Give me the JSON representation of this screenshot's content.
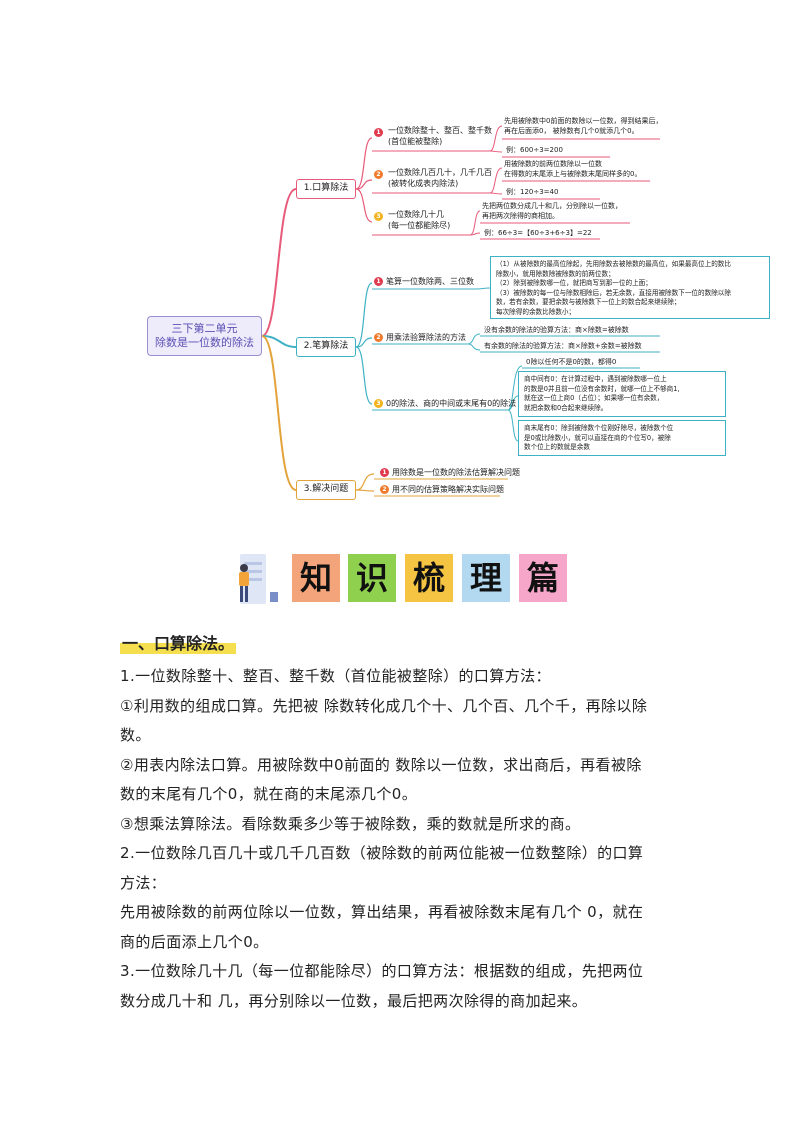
{
  "mindmap": {
    "root": {
      "line1": "三下第二单元",
      "line2": "除数是一位数的除法"
    },
    "branches": [
      {
        "label": "1.口算除法",
        "subs": [
          {
            "num": "1",
            "line1": "一位数除整十、整百、整千数",
            "line2": "(首位能被整除)",
            "leaf1a": "先用被除数中0前面的数除以一位数，得到结果后，",
            "leaf1b": "再在后面添0， 被除数有几个0就添几个0。",
            "leaf2": "例：600÷3=200"
          },
          {
            "num": "2",
            "line1": "一位数除几百几十，几千几百",
            "line2": "(被转化成表内除法)",
            "leaf1a": "用被除数的前两位数除以一位数",
            "leaf1b": "在得数的末尾添上与被除数末尾同样多的0。",
            "leaf2": "例：120÷3=40"
          },
          {
            "num": "3",
            "line1": "一位数除几十几",
            "line2": "(每一位都能除尽)",
            "leaf1a": "先把两位数分成几十和几，分别除以一位数，",
            "leaf1b": "再把两次除得的商相加。",
            "leaf2": "例：66÷3=【60÷3+6÷3】=22"
          }
        ]
      },
      {
        "label": "2.笔算除法",
        "subs": [
          {
            "num": "1",
            "line1": "笔算一位数除两、三位数",
            "box": [
              "（1）从被除数的最高位除起，先用除数去被除数的最高位，如果最高位上的数比",
              "除数小，就用除数除被除数的前两位数；",
              "（2）除到被除数哪一位，就把商写到那一位的上面；",
              "（3）被除数的每一位与除数相除后，若无余数，直接用被除数下一位的数除以除",
              "数，若有余数，要把余数与被除数下一位上的数合起来继续除；",
              "每次除得的余数比除数小；"
            ]
          },
          {
            "num": "2",
            "line1": "用乘法验算除法的方法",
            "leaf1": "没有余数的除法的验算方法：商×除数=被除数",
            "leaf2": "有余数的除法的验算方法：商×除数+余数=被除数"
          },
          {
            "num": "3",
            "line1": "0的除法、商的中间或末尾有0的除法",
            "leaf0": "0除以任何不是0的数，都得0",
            "box1": [
              "商中间有0：在计算过程中，遇到被除数哪一位上",
              "的数是0并且前一位没有余数时，就哪一位上不够商1,",
              "就在这一位上商0（占位）；如果哪一位有余数，",
              "就把余数和0合起来继续除。"
            ],
            "box2": [
              "商末尾有0：除到被除数个位刚好除尽，被除数个位",
              "是0或比除数小，就可以直接在商的个位写0，被除",
              "数个位上的数就是余数"
            ]
          }
        ]
      },
      {
        "label": "3.解决问题",
        "subs": [
          {
            "num": "1",
            "line1": "用除数是一位数的除法估算解决问题"
          },
          {
            "num": "2",
            "line1": "用不同的估算策略解决实际问题"
          }
        ]
      }
    ]
  },
  "banner": {
    "chars": [
      "知",
      "识",
      "梳",
      "理",
      "篇"
    ],
    "colors": [
      "#f3a47a",
      "#8fd14f",
      "#f6c443",
      "#b2d9f0",
      "#f5a6c9"
    ]
  },
  "content": {
    "heading": "一、口算除法。",
    "paragraphs": [
      "1.一位数除整十、整百、整千数（首位能被整除）的口算方法：",
      "①利用数的组成口算。先把被 除数转化成几个十、几个百、几个千，再除以除",
      "数。",
      "②用表内除法口算。用被除数中0前面的 数除以一位数，求出商后，再看被除",
      "数的末尾有几个0，就在商的末尾添几个0。",
      "③想乘法算除法。看除数乘多少等于被除数，乘的数就是所求的商。",
      "2.一位数除几百几十或几千几百数（被除数的前两位能被一位数整除）的口算",
      "方法：",
      "先用被除数的前两位除以一位数，算出结果，再看被除数末尾有几个 0，就在",
      "商的后面添上几个0。",
      "3.一位数除几十几（每一位都能除尽）的口算方法：根据数的组成，先把两位",
      "数分成几十和 几，再分别除以一位数，最后把两次除得的商加起来。"
    ]
  }
}
